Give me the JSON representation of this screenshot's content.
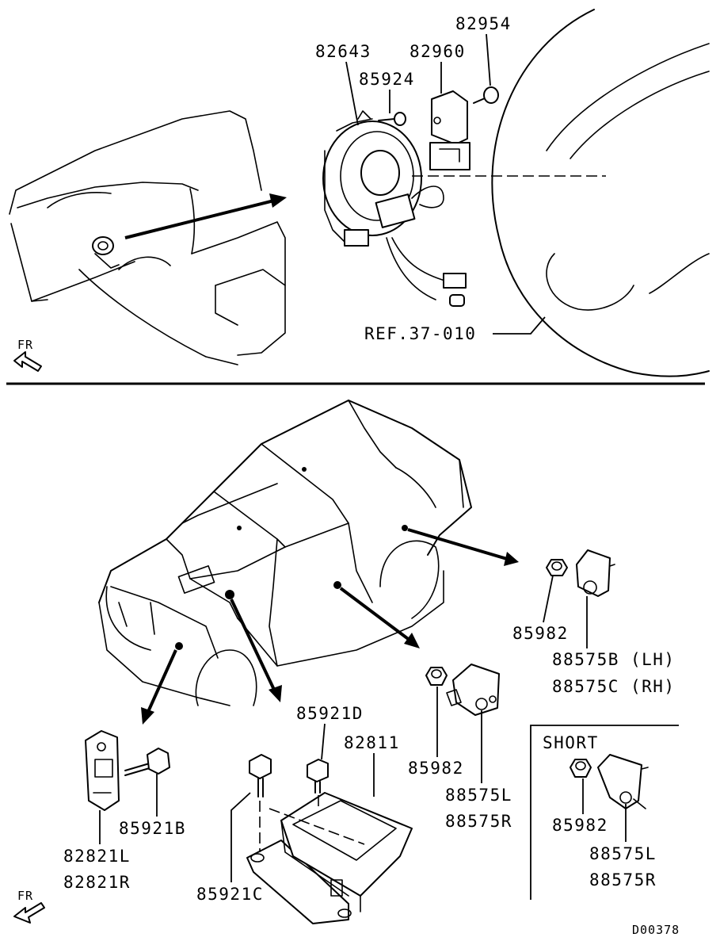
{
  "diagram_id": "D00378",
  "direction_label": "FR",
  "top_section": {
    "parts": {
      "clock_spring": "82643",
      "screw": "85924",
      "steering_sensor": "82960",
      "sensor_screw": "82954",
      "reference": "REF.37-010"
    }
  },
  "bottom_section": {
    "parts": {
      "front_sensor": [
        "82821L",
        "82821R"
      ],
      "front_sensor_bolt": "85921B",
      "control_unit_bolt_rear": "85921C",
      "control_unit_bolt_front": "85921D",
      "control_unit": "82811",
      "side_nut": "85982",
      "side_sensor": [
        "88575L",
        "88575R"
      ],
      "rear_nut": "85982",
      "rear_sensor": [
        "88575B (LH)",
        "88575C (RH)"
      ]
    },
    "short_box": {
      "title": "SHORT",
      "nut": "85982",
      "sensor": [
        "88575L",
        "88575R"
      ]
    }
  }
}
